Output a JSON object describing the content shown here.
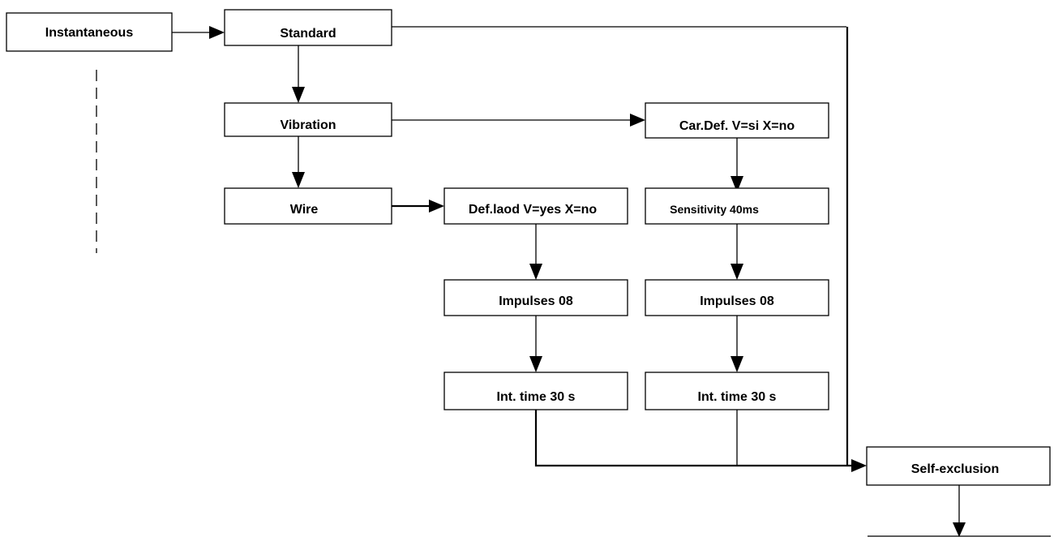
{
  "diagram": {
    "nodes": {
      "instantaneous": "Instantaneous",
      "standard": "Standard",
      "vibration": "Vibration",
      "wire": "Wire",
      "car_def": "Car.Def. V=si X=no",
      "def_laod": "Def.laod V=yes X=no",
      "sensitivity": "Sensitivity 40ms",
      "impulses_left": "Impulses  08",
      "impulses_right": "Impulses 08",
      "int_time_left": "Int. time 30 s",
      "int_time_right": "Int. time 30 s",
      "self_exclusion": "Self-exclusion"
    }
  }
}
